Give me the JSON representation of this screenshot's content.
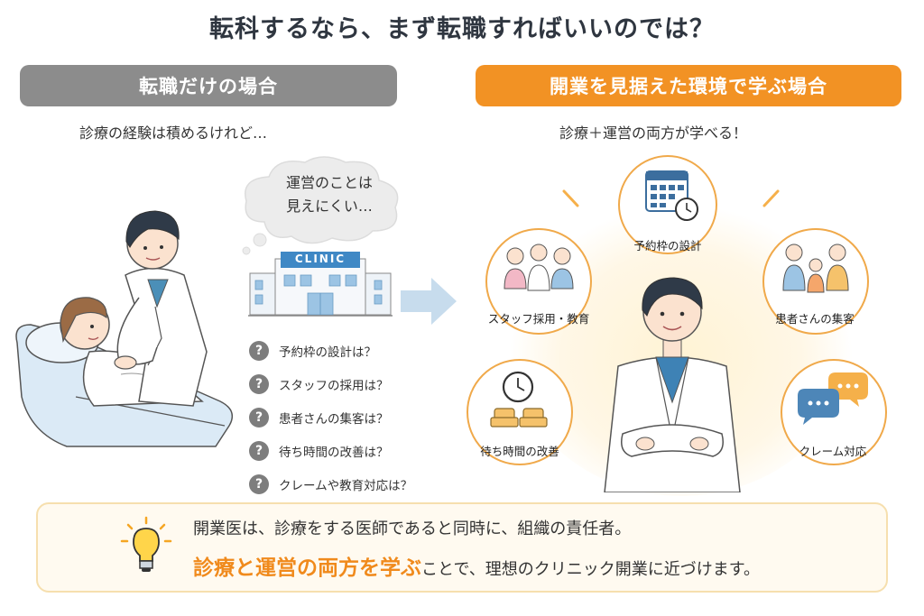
{
  "title": "転科するなら、まず転職すればいいのでは？",
  "left": {
    "banner": "転職だけの場合",
    "subhead": "診療の経験は積めるけれど…",
    "thought_line1": "運営のことは",
    "thought_line2": "見えにくい…",
    "clinic_sign": "CLINIC",
    "questions": [
      "予約枠の設計は？",
      "スタッフの採用は？",
      "患者さんの集客は？",
      "待ち時間の改善は？",
      "クレームや教育対応は？"
    ],
    "question_mark": "?"
  },
  "right": {
    "banner": "開業を見据えた環境で学ぶ場合",
    "subhead": "診療＋運営の両方が学べる！",
    "topics": {
      "top": "予約枠の設計",
      "left_upper": "スタッフ採用・教育",
      "right_upper": "患者さんの集客",
      "left_lower": "待ち時間の改善",
      "right_lower": "クレーム対応"
    }
  },
  "bottom": {
    "line1": "開業医は、診療をする医師であると同時に、組織の責任者。",
    "highlight": "診療と運営の両方を学ぶ",
    "line2_rest": "ことで、理想のクリニック開業に近づけます。"
  },
  "colors": {
    "orange": "#f29224",
    "gray": "#8c8c8c",
    "highlight_text": "#f08a1c"
  }
}
